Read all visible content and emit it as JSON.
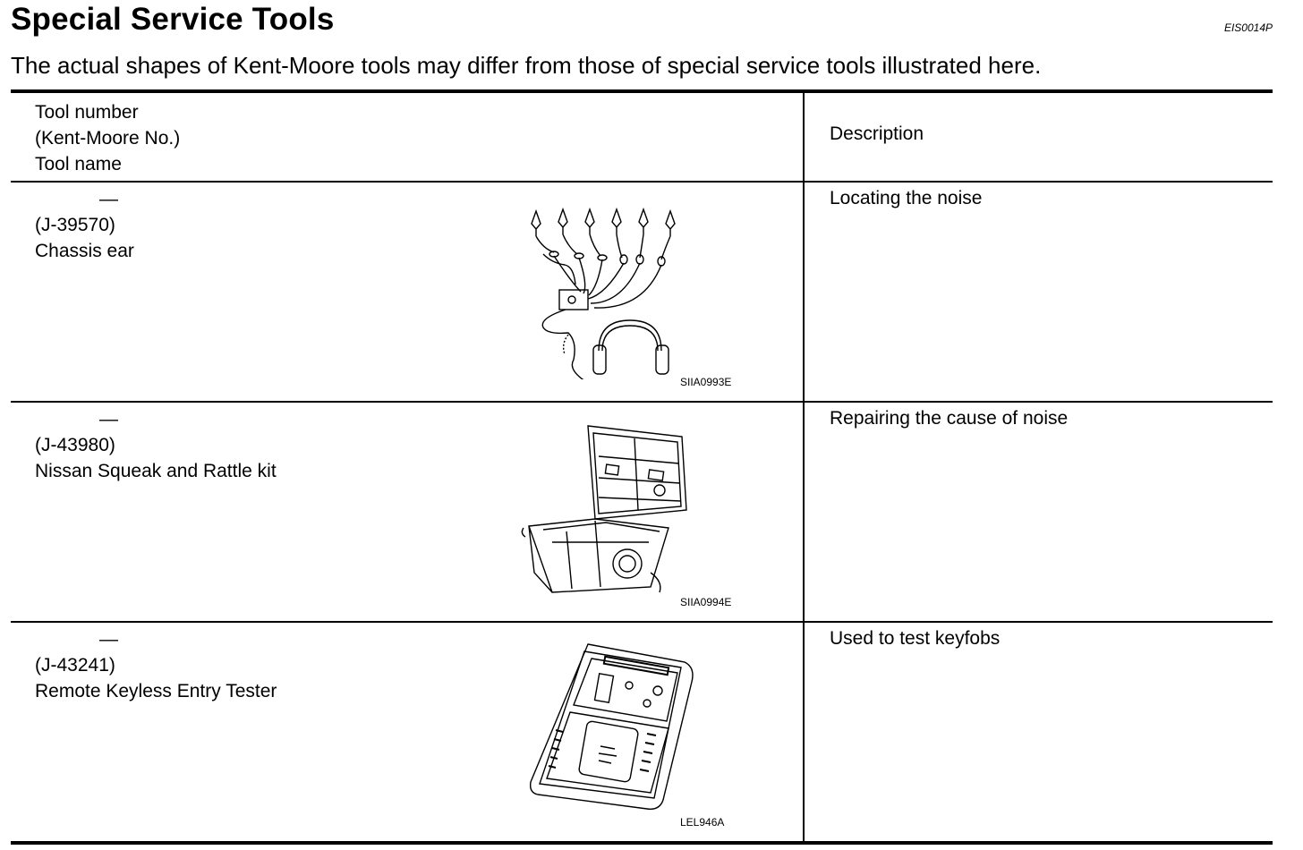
{
  "header": {
    "title": "Special Service Tools",
    "doc_code": "EIS0014P",
    "subtitle": "The actual shapes of Kent-Moore tools may differ from those of special service tools illustrated here."
  },
  "table": {
    "columns": {
      "left": [
        "Tool number",
        "(Kent-Moore No.)",
        "Tool name"
      ],
      "right": "Description"
    },
    "rows": [
      {
        "tool_number": "—",
        "kent_moore_no": "(J-39570)",
        "tool_name": "Chassis ear",
        "figure_label": "SIIA0993E",
        "description": "Locating the noise"
      },
      {
        "tool_number": "—",
        "kent_moore_no": "(J-43980)",
        "tool_name": "Nissan Squeak and Rattle kit",
        "figure_label": "SIIA0994E",
        "description": "Repairing the cause of noise"
      },
      {
        "tool_number": "—",
        "kent_moore_no": "(J-43241)",
        "tool_name": "Remote Keyless Entry Tester",
        "figure_label": "LEL946A",
        "description": "Used to test keyfobs"
      }
    ]
  }
}
